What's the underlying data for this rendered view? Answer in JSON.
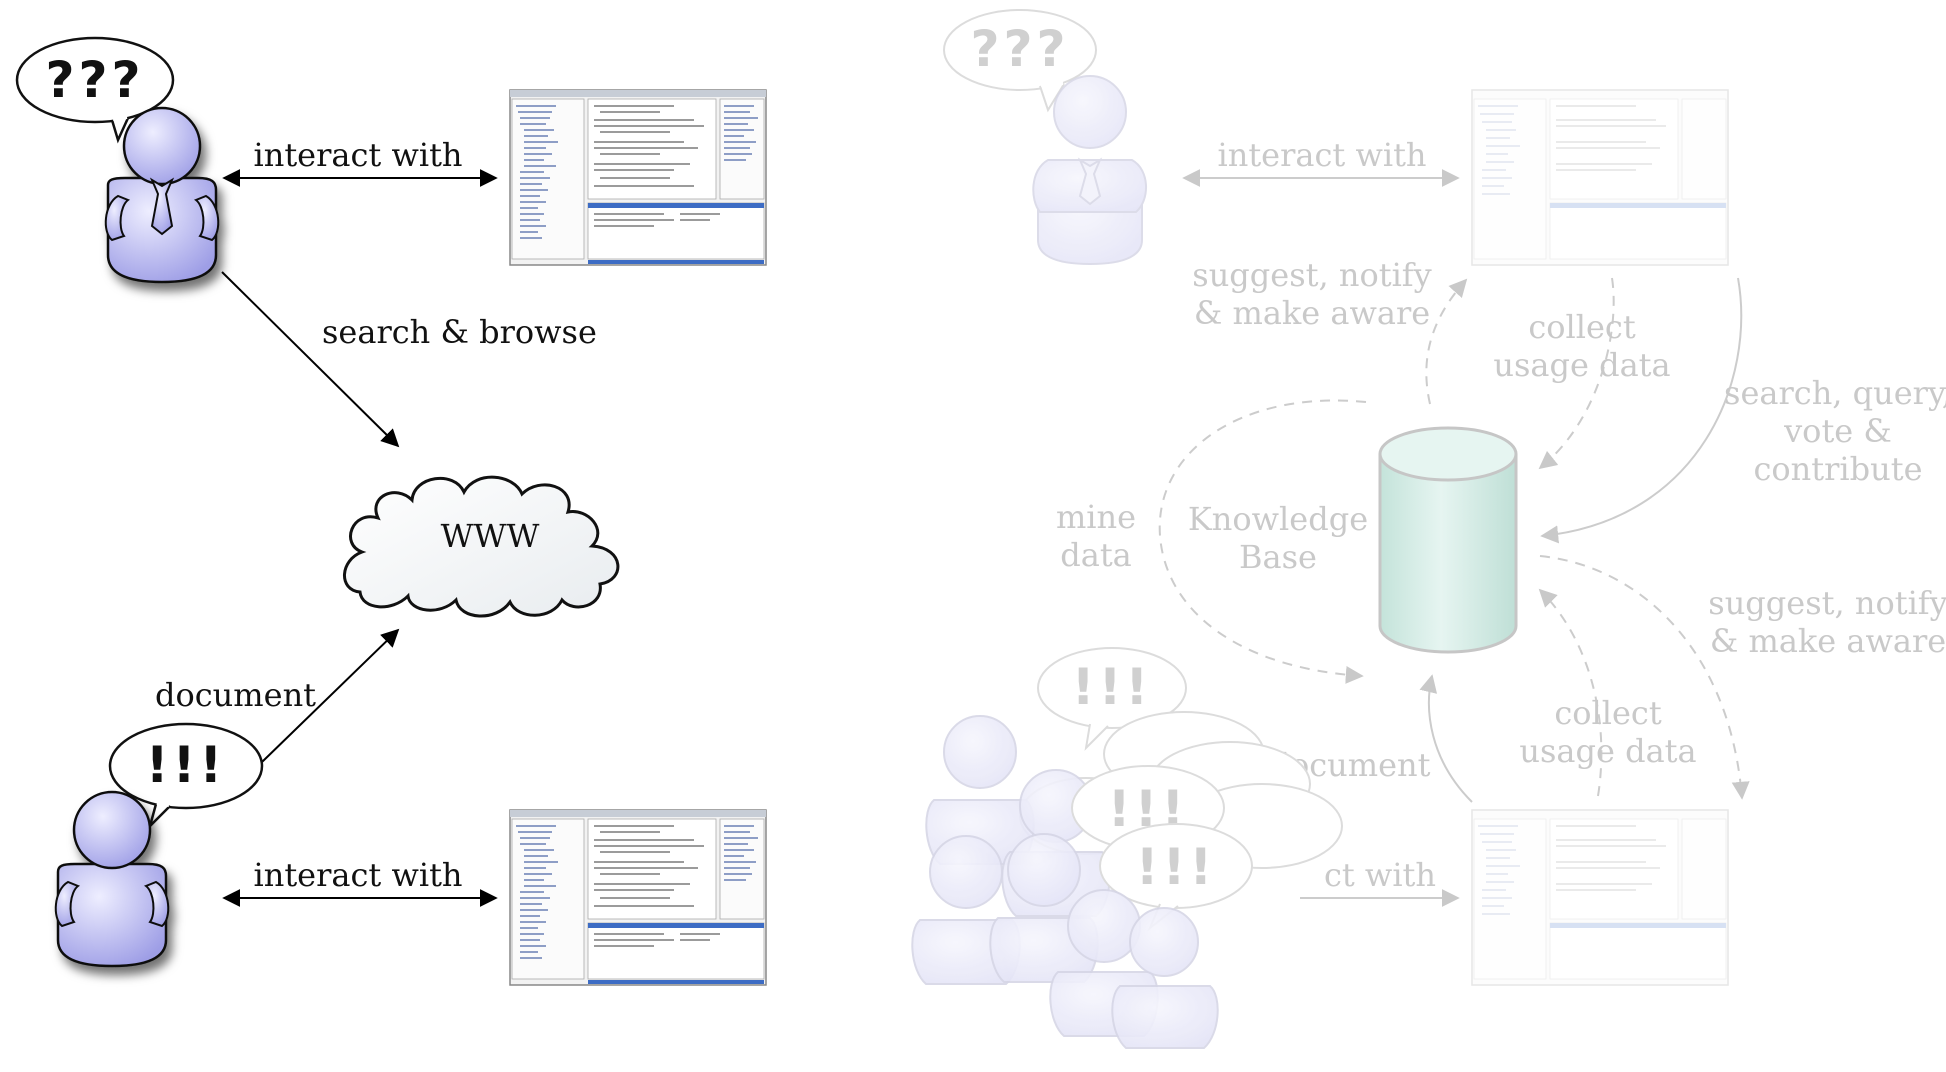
{
  "colors": {
    "person_fill": "#c8c8f2",
    "person_fill_light": "#e9e9fb",
    "cylinder_fill": "#d7efe9",
    "text_dark": "#111111",
    "text_faded": "#c9c9c9",
    "line_faded": "#cccccc"
  },
  "left": {
    "top_user": {
      "bubble": "???",
      "interact": "interact with"
    },
    "search": "search & browse",
    "cloud": "WWW",
    "bottom_user": {
      "bubble": "!!!",
      "document": "document",
      "interact": "interact with"
    }
  },
  "right": {
    "top_user": {
      "bubble": "???",
      "interact": "interact with"
    },
    "suggest_top": [
      "suggest, notify",
      "& make aware"
    ],
    "collect_top": [
      "collect",
      "usage data"
    ],
    "search_query": [
      "search, query,",
      "vote &",
      "contribute"
    ],
    "mine": [
      "mine",
      "data"
    ],
    "kb": [
      "Knowledge",
      "Base"
    ],
    "suggest_bottom": [
      "suggest, notify",
      "& make aware"
    ],
    "collect_bottom": [
      "collect",
      "usage data"
    ],
    "document": "document",
    "interact_bottom": "ct with",
    "crowd_bubble": "!!!"
  }
}
